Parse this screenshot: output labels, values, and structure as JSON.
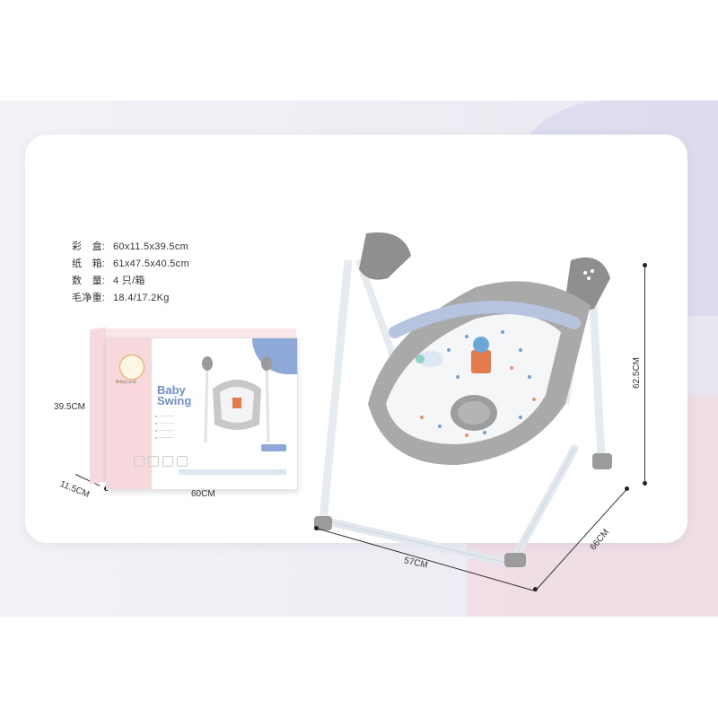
{
  "specs": [
    {
      "label": "彩　盒:",
      "value": "60x11.5x39.5cm"
    },
    {
      "label": "纸　箱:",
      "value": "61x47.5x40.5cm"
    },
    {
      "label": "数　量:",
      "value": "4 只/箱"
    },
    {
      "label": "毛净重:",
      "value": "18.4/17.2Kg"
    }
  ],
  "box": {
    "title_line1": "Baby",
    "title_line2": "Swing",
    "brand": "BabyLand",
    "height_dim": "39.5CM",
    "depth_dim": "11.5CM",
    "width_dim": "60CM"
  },
  "product": {
    "height_dim": "62.5CM",
    "depth_dim": "66CM",
    "width_dim": "57CM"
  },
  "colors": {
    "frame": "#e6ebf0",
    "seat_gray": "#a9a9a9",
    "accent_blue": "#8ea8d8",
    "box_pink": "#f7d8dd"
  }
}
